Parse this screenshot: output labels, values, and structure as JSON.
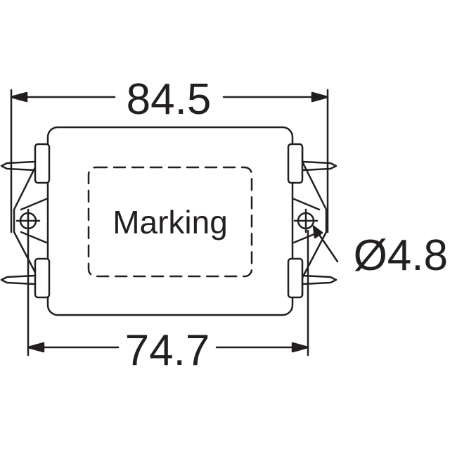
{
  "dimensions": {
    "overall_width": "84.5",
    "mounting_pitch": "74.7",
    "hole_diameter": "Ø4.8"
  },
  "label": {
    "marking": "Marking"
  },
  "colors": {
    "line": "#231f20",
    "background": "#ffffff"
  }
}
